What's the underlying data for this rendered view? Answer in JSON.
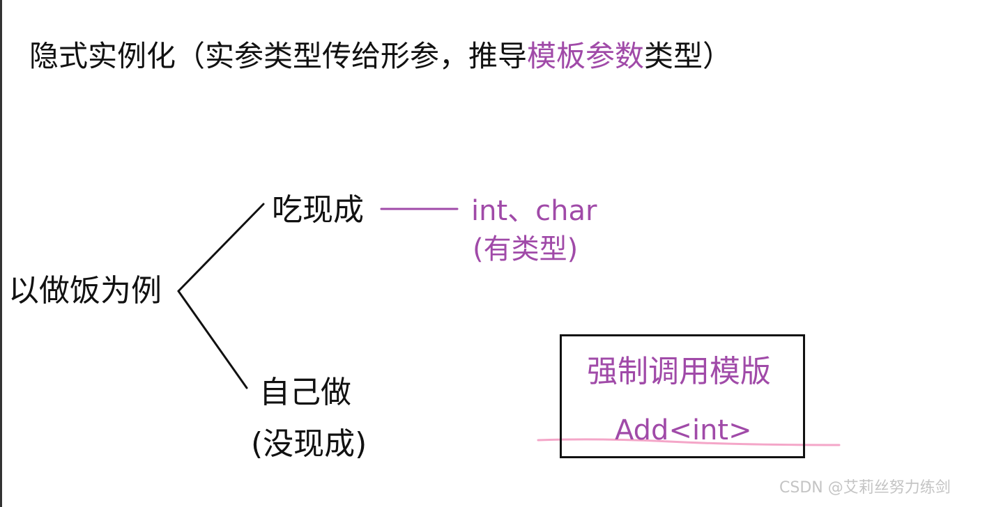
{
  "title": {
    "prefix": "隐式实例化（实参类型传给形参，推导",
    "highlight": "模板参数",
    "suffix": "类型）"
  },
  "tree": {
    "root": "以做饭为例",
    "top_branch": "吃现成",
    "top_leaf": "int、char",
    "top_leaf_note": "(有类型)",
    "bottom_branch": "自己做",
    "bottom_branch_note": "(没现成)"
  },
  "explicit_box": {
    "heading": "强制调用模版",
    "code": "Add<int>"
  },
  "watermark": "CSDN @艾莉丝努力练剑",
  "colors": {
    "text": "#111111",
    "accent": "#a04aa8",
    "underline": "#f4a6c8",
    "watermark": "#c4c4c4"
  }
}
